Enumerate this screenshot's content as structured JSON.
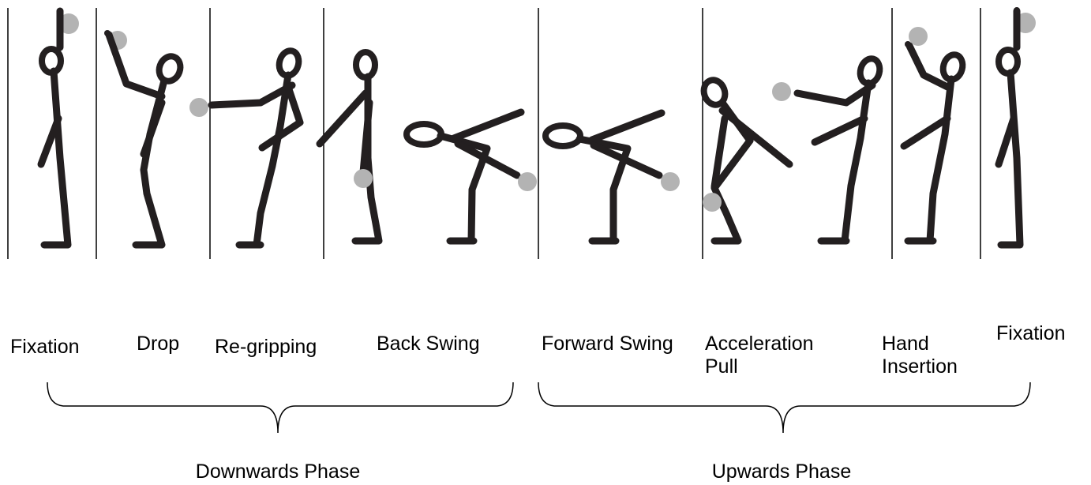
{
  "phases_row": [
    {
      "id": "fixation-start",
      "lines": [
        "Fixation"
      ]
    },
    {
      "id": "drop",
      "lines": [
        "Drop"
      ]
    },
    {
      "id": "re-gripping",
      "lines": [
        "Re-gripping"
      ]
    },
    {
      "id": "back-swing",
      "lines": [
        "Back Swing"
      ]
    },
    {
      "id": "forward-swing",
      "lines": [
        "Forward Swing"
      ]
    },
    {
      "id": "acceleration-pull",
      "lines": [
        "Acceleration",
        "Pull"
      ]
    },
    {
      "id": "hand-insertion",
      "lines": [
        "Hand",
        "Insertion"
      ]
    },
    {
      "id": "fixation-end",
      "lines": [
        "Fixation"
      ]
    }
  ],
  "groups": {
    "downwards": "Downwards Phase",
    "upwards": "Upwards Phase"
  },
  "colors": {
    "figure": "#231f20",
    "kettlebell": "#b3b3b3",
    "divider": "#000000"
  }
}
